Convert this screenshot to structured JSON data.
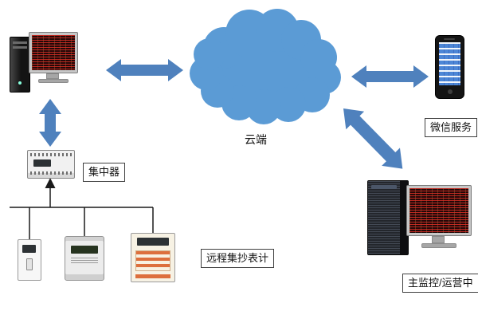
{
  "diagram": {
    "colors": {
      "cloud": "#5b9bd5",
      "arrow": "#4f81bd",
      "connector": "#1a1a1a"
    },
    "nodes": [
      {
        "id": "client-pc",
        "type": "desktop-computer"
      },
      {
        "id": "cloud",
        "type": "cloud",
        "label": "云端"
      },
      {
        "id": "wechat-phone",
        "type": "smartphone",
        "label": "微信服务"
      },
      {
        "id": "concentrator",
        "type": "concentrator-device",
        "label": "集中器"
      },
      {
        "id": "meter-1",
        "type": "breaker-meter"
      },
      {
        "id": "meter-2",
        "type": "energy-meter"
      },
      {
        "id": "meter-3",
        "type": "terminal-meter"
      },
      {
        "id": "meter-group",
        "type": "group",
        "label": "远程集抄表计"
      },
      {
        "id": "monitor-center-pc",
        "type": "workstation",
        "label": "主监控/运营中"
      }
    ],
    "edges": [
      {
        "from": "client-pc",
        "to": "cloud",
        "style": "double-arrow"
      },
      {
        "from": "cloud",
        "to": "wechat-phone",
        "style": "double-arrow"
      },
      {
        "from": "client-pc",
        "to": "concentrator",
        "style": "double-arrow"
      },
      {
        "from": "cloud",
        "to": "monitor-center-pc",
        "style": "double-arrow"
      },
      {
        "from": "meter-bus",
        "to": "concentrator",
        "style": "arrow-up"
      },
      {
        "from": "meter-bus",
        "to": "meter-1",
        "style": "line"
      },
      {
        "from": "meter-bus",
        "to": "meter-2",
        "style": "line"
      },
      {
        "from": "meter-bus",
        "to": "meter-3",
        "style": "line"
      }
    ]
  }
}
